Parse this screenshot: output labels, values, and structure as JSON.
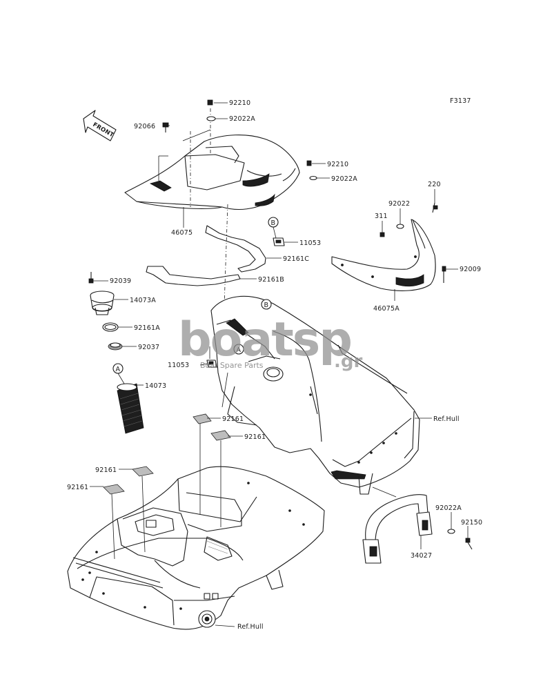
{
  "figure_code": "F3137",
  "front_label": "FRONT",
  "watermark": {
    "brand": "boatsp",
    "tld": ".gr",
    "tagline": "Boat Spare Parts"
  },
  "callouts": {
    "b_upper": "B",
    "b_hull": "B",
    "a_hull": "A",
    "a_hose": "A"
  },
  "labels": {
    "p92210_top": "92210",
    "p92022a_top": "92022A",
    "p92066": "92066",
    "p92210_right": "92210",
    "p92022a_right": "92022A",
    "p46075": "46075",
    "p11053_upper": "11053",
    "p92161c": "92161C",
    "p92161b": "92161B",
    "p220": "220",
    "p92022": "92022",
    "p311": "311",
    "p92009": "92009",
    "p46075a": "46075A",
    "p92039": "92039",
    "p14073a": "14073A",
    "p92161a": "92161A",
    "p92037": "92037",
    "p11053_lower": "11053",
    "p14073": "14073",
    "ref_hull_right": "Ref.Hull",
    "p92161_mid1": "92161",
    "p92161_mid2": "92161",
    "p92161_left1": "92161",
    "p92161_left2": "92161",
    "p92022a_bottom": "92022A",
    "p92150": "92150",
    "p34027": "34027",
    "ref_hull_bottom": "Ref.Hull"
  }
}
